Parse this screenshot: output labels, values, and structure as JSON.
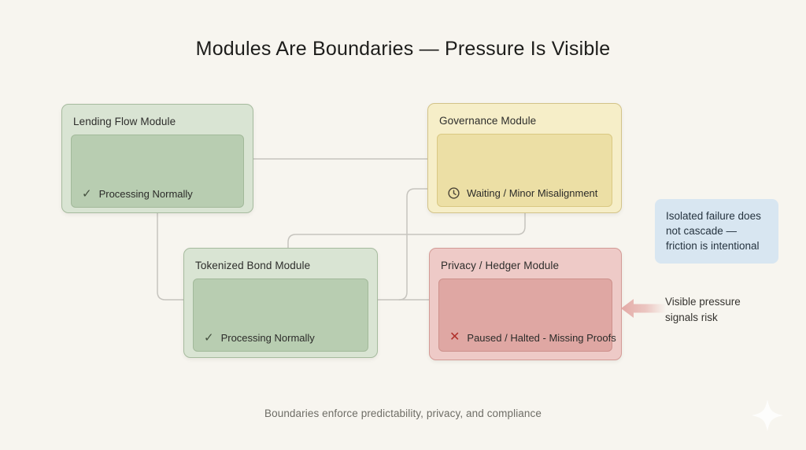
{
  "title": "Modules Are Boundaries — Pressure Is Visible",
  "modules": [
    {
      "id": "lending",
      "title": "Lending Flow Module",
      "state": "ok",
      "icon": "check-icon",
      "status": "Processing Normally"
    },
    {
      "id": "governance",
      "title": "Governance Module",
      "state": "warn",
      "icon": "clock-icon",
      "status": "Waiting / Minor Misalignment"
    },
    {
      "id": "tokenized",
      "title": "Tokenized Bond Module",
      "state": "ok",
      "icon": "check-icon",
      "status": "Processing Normally"
    },
    {
      "id": "privacy",
      "title": "Privacy / Hedger Module",
      "state": "error",
      "icon": "x-icon",
      "status": "Paused / Halted - Missing Proofs"
    }
  ],
  "icons": {
    "check": "✓",
    "x": "✕"
  },
  "callouts": {
    "isolated_failure": "Isolated failure does not cascade — friction is intentional",
    "visible_pressure": "Visible pressure signals risk"
  },
  "caption": "Boundaries enforce predictability, privacy, and compliance",
  "colors": {
    "background": "#f7f5ef",
    "module_ok_bg": "#d9e4d3",
    "module_ok_panel": "#b8cdb1",
    "module_warn_bg": "#f6eec8",
    "module_warn_panel": "#ecdfa5",
    "module_error_bg": "#eecac7",
    "module_error_panel": "#dfa7a3",
    "callout_blue_bg": "#d8e6f1",
    "connector": "#c6c4be",
    "check": "#44503f",
    "x_mark": "#b1302b",
    "pressure_arrow": "#e3a9a5"
  }
}
